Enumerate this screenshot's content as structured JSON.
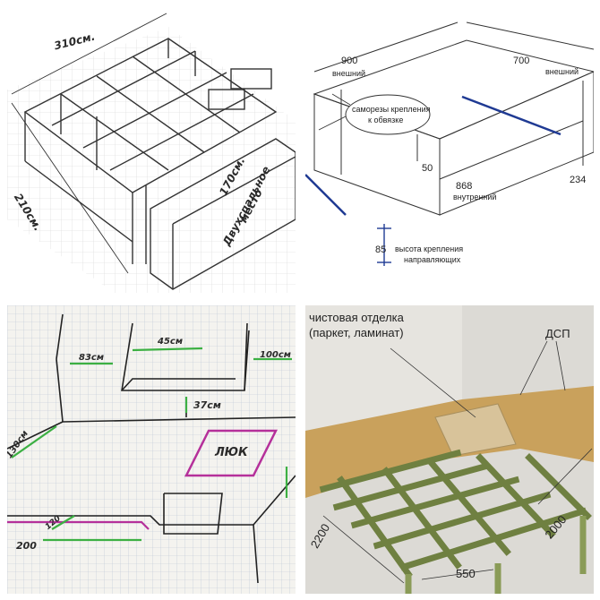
{
  "panel1": {
    "dim_length": "310см.",
    "dim_width": "210см.",
    "dim_bed": "170см.",
    "bed_text_1": "Двухспальное",
    "bed_text_2": "место"
  },
  "panel2": {
    "dim_outer_left": "900",
    "outer_left_sub": "внешний",
    "dim_outer_right": "700",
    "outer_right_sub": "внешний",
    "callout_line1": "саморезы крепления",
    "callout_line2": "к обвязке",
    "dim_50": "50",
    "dim_inner": "868",
    "inner_sub": "внутренний",
    "dim_234": "234",
    "dim_85": "85",
    "rail_line1": "высота крепления",
    "rail_line2": "направляющих"
  },
  "panel3": {
    "dim_83": "83см",
    "dim_45": "45см",
    "dim_100": "100см",
    "dim_37": "37см",
    "dim_130": "130см",
    "hatch": "ЛЮК",
    "dim_120": "120",
    "dim_200": "200"
  },
  "panel4": {
    "finish_line1": "чистовая отделка",
    "finish_line2": "(паркет, ламинат)",
    "dsp": "ДСП",
    "dim_2200": "2200",
    "dim_550": "550",
    "dim_2000": "2000"
  },
  "colors": {
    "sketch_line": "#333333",
    "dimension_blue": "#1f3a93",
    "marker_green": "#3cb043",
    "marker_magenta": "#b5309a",
    "chipboard": "#c9a15c",
    "wood_frame": "#8a9b57"
  }
}
